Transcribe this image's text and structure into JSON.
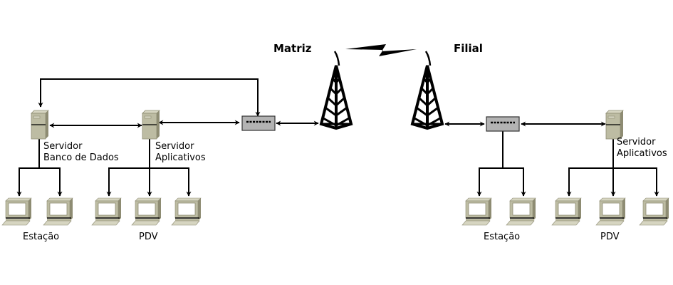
{
  "sites": {
    "matriz": {
      "title": "Matriz",
      "servers": {
        "db": {
          "line1": "Servidor",
          "line2": "Banco de Dados"
        },
        "app": {
          "line1": "Servidor",
          "line2": "Aplicativos"
        }
      },
      "groups": {
        "estacao": {
          "label": "Estação",
          "count": 2
        },
        "pdv": {
          "label": "PDV",
          "count": 3
        }
      }
    },
    "filial": {
      "title": "Filial",
      "servers": {
        "app": {
          "line1": "Servidor",
          "line2": "Aplicativos"
        }
      },
      "groups": {
        "estacao": {
          "label": "Estação",
          "count": 2
        },
        "pdv": {
          "label": "PDV",
          "count": 3
        }
      }
    }
  },
  "colors": {
    "device_body": "#bdbca3",
    "device_dark": "#8e8c73",
    "device_light": "#d6d5c1",
    "screen": "#ffffff",
    "switch_body": "#b3b3b3",
    "line": "#000000"
  }
}
